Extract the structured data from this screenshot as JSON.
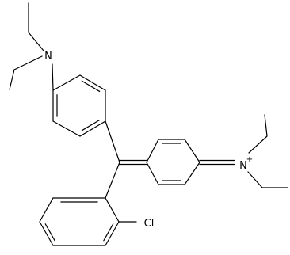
{
  "atoms": {
    "n_amine": "N",
    "n_iminium": "N",
    "n_iminium_charge": "+",
    "chlorine": "Cl"
  },
  "colors": {
    "bond": "#000000",
    "background": "#ffffff"
  }
}
